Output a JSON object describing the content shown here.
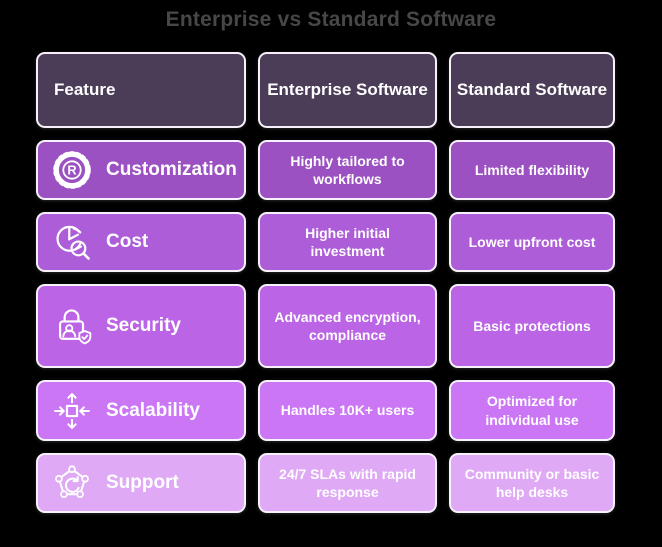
{
  "title": "Enterprise vs Standard Software",
  "colors": {
    "background": "#000000",
    "title_text": "#474747",
    "header_bg": "#4B3C57",
    "cell_border": "#F6F1FA",
    "cell_text": "#FFFFFF",
    "row_customization_bg": "#9B51C1",
    "row_cost_bg": "#AD5DD8",
    "row_security_bg": "#BB64E6",
    "row_scalability_bg": "#CB76F5",
    "row_support_bg": "#DFA9F5"
  },
  "table": {
    "headers": [
      {
        "label": "Feature"
      },
      {
        "label": "Enterprise Software"
      },
      {
        "label": "Standard Software"
      }
    ],
    "rows": [
      {
        "feature": "Customization",
        "icon": "gear-registered-icon",
        "enterprise": "Highly tailored to workflows",
        "standard": "Limited flexibility",
        "bg": "#9B51C1"
      },
      {
        "feature": "Cost",
        "icon": "pie-chart-magnifier-icon",
        "enterprise": "Higher initial investment",
        "standard": "Lower upfront cost",
        "bg": "#AD5DD8"
      },
      {
        "feature": "Security",
        "icon": "lock-user-shield-icon",
        "enterprise": "Advanced encryption, compliance",
        "standard": "Basic protections",
        "bg": "#BB64E6"
      },
      {
        "feature": "Scalability",
        "icon": "resize-arrows-icon",
        "enterprise": "Handles 10K+ users",
        "standard": "Optimized for individual use",
        "bg": "#CB76F5"
      },
      {
        "feature": "Support",
        "icon": "network-refresh-icon",
        "enterprise": "24/7 SLAs with rapid response",
        "standard": "Community or basic help desks",
        "bg": "#DFA9F5"
      }
    ]
  },
  "chart_data": {
    "type": "table",
    "title": "Enterprise vs Standard Software",
    "columns": [
      "Feature",
      "Enterprise Software",
      "Standard Software"
    ],
    "rows": [
      [
        "Customization",
        "Highly tailored to workflows",
        "Limited flexibility"
      ],
      [
        "Cost",
        "Higher initial investment",
        "Lower upfront cost"
      ],
      [
        "Security",
        "Advanced encryption, compliance",
        "Basic protections"
      ],
      [
        "Scalability",
        "Handles 10K+ users",
        "Optimized for individual use"
      ],
      [
        "Support",
        "24/7 SLAs with rapid response",
        "Community or basic help desks"
      ]
    ]
  }
}
